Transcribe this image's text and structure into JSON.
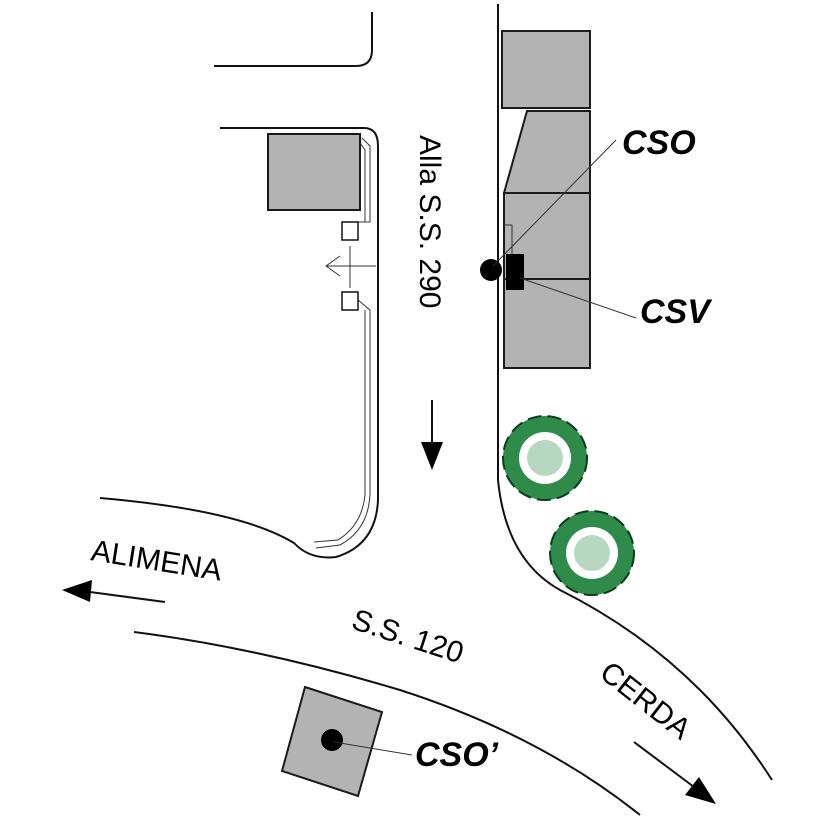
{
  "labels": {
    "side_road": "Alla S.S. 290",
    "west": "ALIMENA",
    "main_road": "S.S. 120",
    "east": "CERDA",
    "cso": "CSO",
    "csv": "CSV",
    "cso_prime": "CSO’"
  },
  "colors": {
    "building": "#b3b3b3",
    "tree_fill": "#2e8b4a",
    "tree_edge": "#0b3d1d",
    "line": "#111111"
  },
  "icons": {
    "trees": "bush-icon",
    "arrows": "direction-arrow-icon",
    "stations": "station-dot-icon"
  }
}
